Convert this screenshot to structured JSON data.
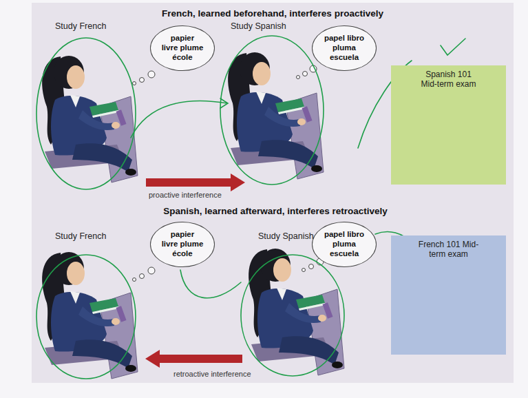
{
  "diagram": {
    "nodes": [
      {
        "text": [
          "papier livre plume école"
        ]
      },
      {
        "text": [
          "papel libro pluma escuela"
        ]
      },
      {
        "text": [
          "Spanish 101 Mid-term exam"
        ]
      },
      {
        "text": [
          "papier livre plume école"
        ]
      },
      {
        "text": [
          "papel libro pluma escuela"
        ]
      },
      {
        "text": [
          "French 101 Mid-term exam"
        ]
      }
    ],
    "labels": [
      "French, learned beforehand, interferes proactively",
      "Study French",
      "Study Spanish",
      "proactive interference",
      "Spanish, learned afterward, interferes retroactively",
      "Study French",
      "Study Spanish",
      "retroactive interference"
    ]
  }
}
